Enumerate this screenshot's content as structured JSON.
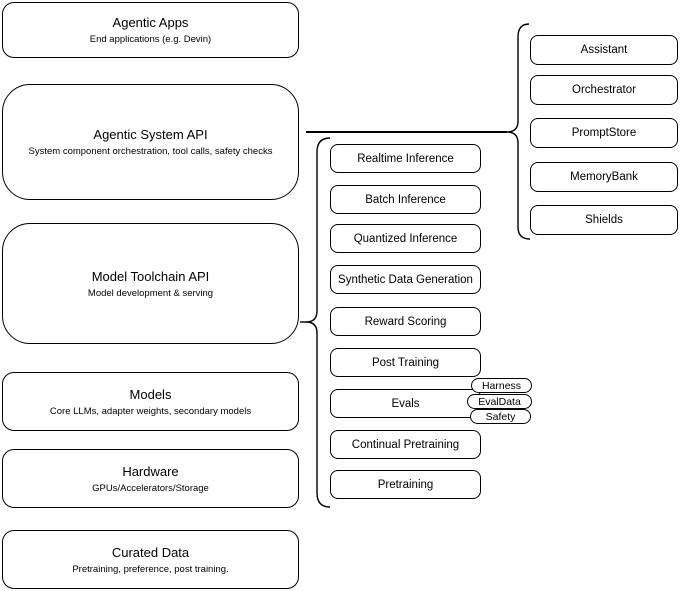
{
  "diagram": {
    "stack": [
      {
        "title": "Agentic Apps",
        "subtitle": "End applications (e.g. Devin)"
      },
      {
        "title": "Agentic System API",
        "subtitle": "System component orchestration, tool calls, safety checks"
      },
      {
        "title": "Model Toolchain API",
        "subtitle": "Model development & serving"
      },
      {
        "title": "Models",
        "subtitle": "Core LLMs, adapter weights, secondary models"
      },
      {
        "title": "Hardware",
        "subtitle": "GPUs/Accelerators/Storage"
      },
      {
        "title": "Curated Data",
        "subtitle": "Pretraining, preference, post training."
      }
    ],
    "toolchain_items": [
      {
        "label": "Realtime Inference"
      },
      {
        "label": "Batch Inference"
      },
      {
        "label": "Quantized Inference"
      },
      {
        "label": "Synthetic Data Generation"
      },
      {
        "label": "Reward Scoring"
      },
      {
        "label": "Post Training"
      },
      {
        "label": "Evals"
      },
      {
        "label": "Continual Pretraining"
      },
      {
        "label": "Pretraining"
      }
    ],
    "eval_tags": [
      {
        "label": "Harness"
      },
      {
        "label": "EvalData"
      },
      {
        "label": "Safety"
      }
    ],
    "system_components": [
      {
        "label": "Assistant"
      },
      {
        "label": "Orchestrator"
      },
      {
        "label": "PromptStore"
      },
      {
        "label": "MemoryBank"
      },
      {
        "label": "Shields"
      }
    ],
    "colors": {
      "stroke": "#000000",
      "fill": "#ffffff",
      "background": "#ffffff"
    }
  }
}
